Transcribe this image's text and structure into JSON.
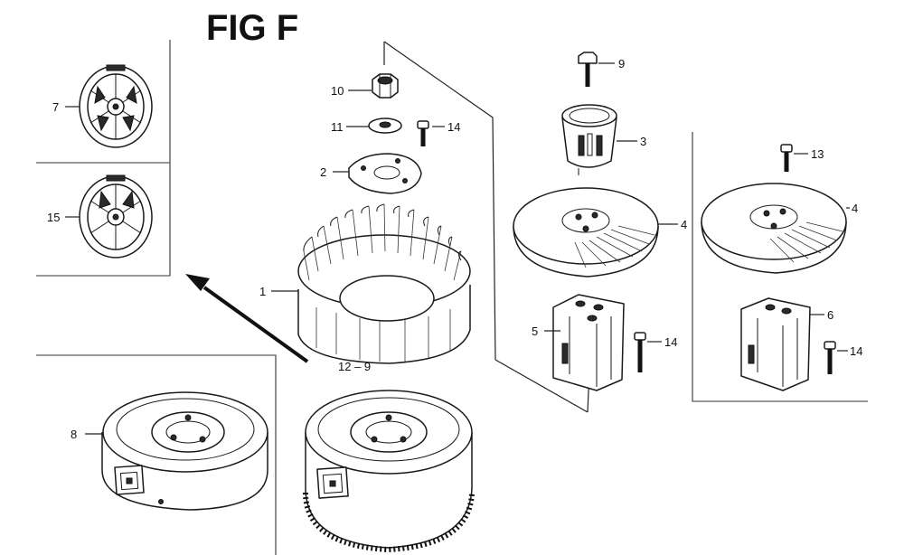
{
  "figure": {
    "title": "FIG F"
  },
  "callouts": [
    {
      "id": "c7",
      "label": "7"
    },
    {
      "id": "c15",
      "label": "15"
    },
    {
      "id": "c10",
      "label": "10"
    },
    {
      "id": "c11",
      "label": "11"
    },
    {
      "id": "c14a",
      "label": "14"
    },
    {
      "id": "c2",
      "label": "2"
    },
    {
      "id": "c1",
      "label": "1"
    },
    {
      "id": "c12",
      "label": "12 – 9"
    },
    {
      "id": "c8",
      "label": "8"
    },
    {
      "id": "c9",
      "label": "9"
    },
    {
      "id": "c3",
      "label": "3"
    },
    {
      "id": "c4a",
      "label": "4"
    },
    {
      "id": "c5",
      "label": "5"
    },
    {
      "id": "c14b",
      "label": "14"
    },
    {
      "id": "c13",
      "label": "13"
    },
    {
      "id": "c4b",
      "label": "4"
    },
    {
      "id": "c6",
      "label": "6"
    },
    {
      "id": "c14c",
      "label": "14"
    }
  ]
}
